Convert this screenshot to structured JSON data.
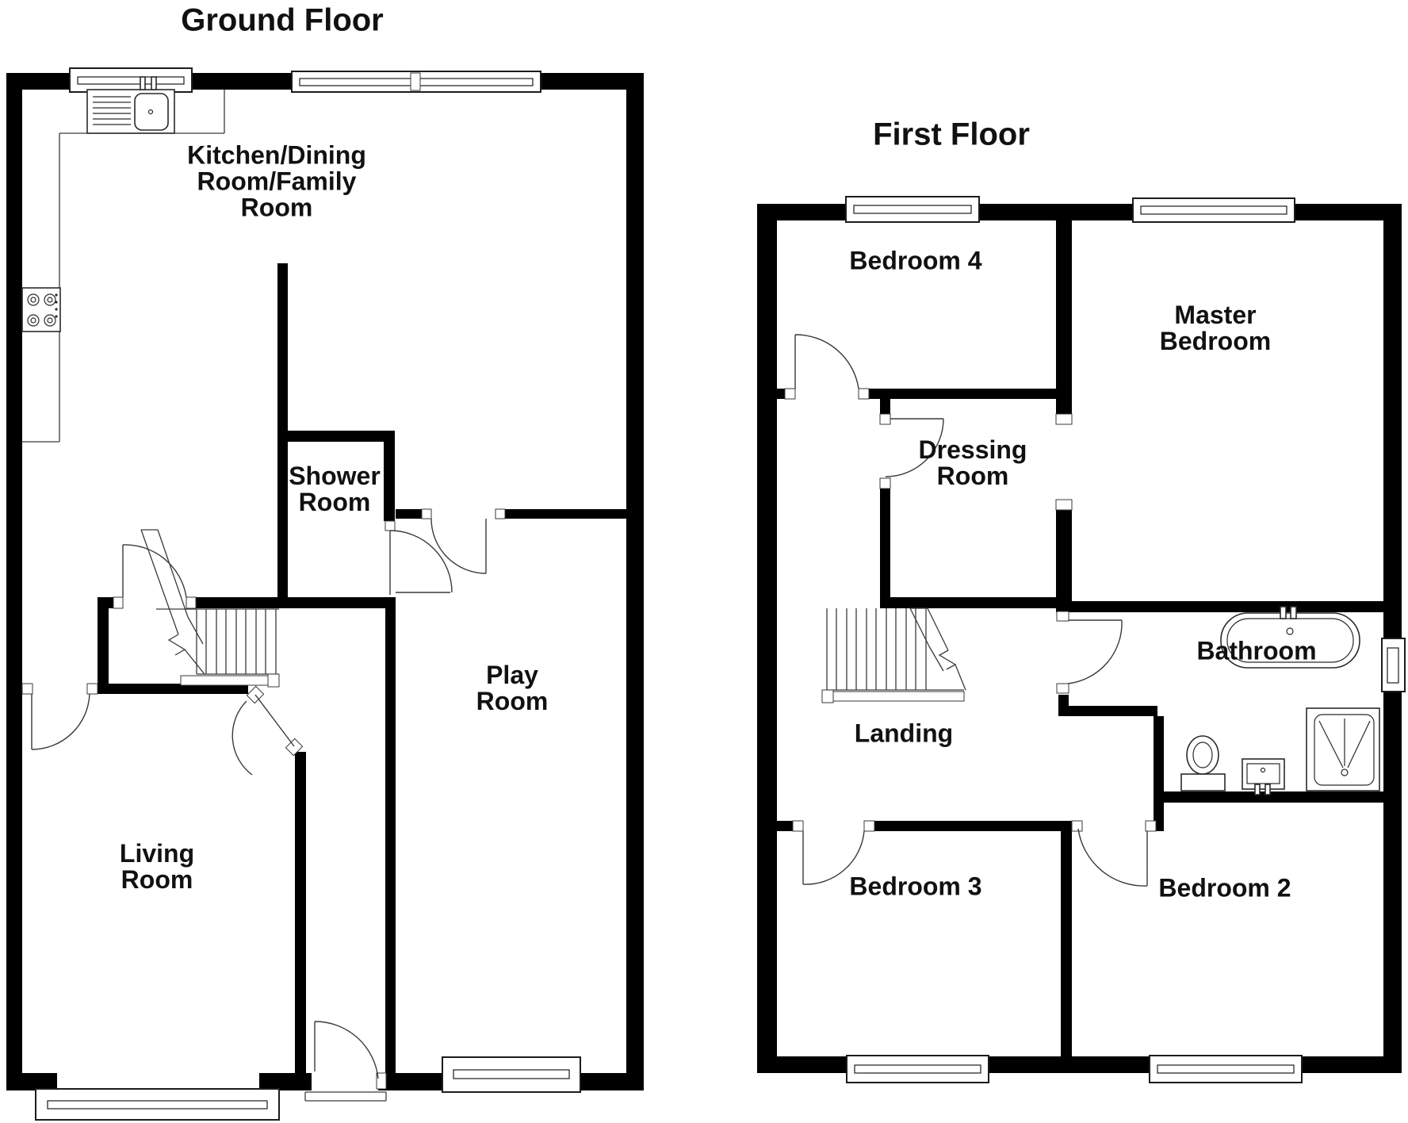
{
  "document": {
    "type": "floorplan",
    "colors": {
      "wall": "#000000",
      "line": "#3a3a3a",
      "background": "#ffffff",
      "text": "#111111"
    }
  },
  "ground": {
    "title": "Ground Floor",
    "rooms": {
      "kitchen": "Kitchen/Dining\nRoom/Family\nRoom",
      "shower": "Shower\nRoom",
      "play": "Play\nRoom",
      "living": "Living\nRoom"
    },
    "fixtures": [
      "kitchen-sink-icon",
      "stove-icon",
      "staircase-icon"
    ]
  },
  "first": {
    "title": "First Floor",
    "rooms": {
      "bedroom4": "Bedroom 4",
      "master": "Master\nBedroom",
      "dressing": "Dressing\nRoom",
      "landing": "Landing",
      "bathroom": "Bathroom",
      "bedroom3": "Bedroom 3",
      "bedroom2": "Bedroom 2"
    },
    "fixtures": [
      "staircase-icon",
      "bathtub-icon",
      "toilet-icon",
      "wash-basin-icon",
      "shower-tray-icon"
    ]
  }
}
